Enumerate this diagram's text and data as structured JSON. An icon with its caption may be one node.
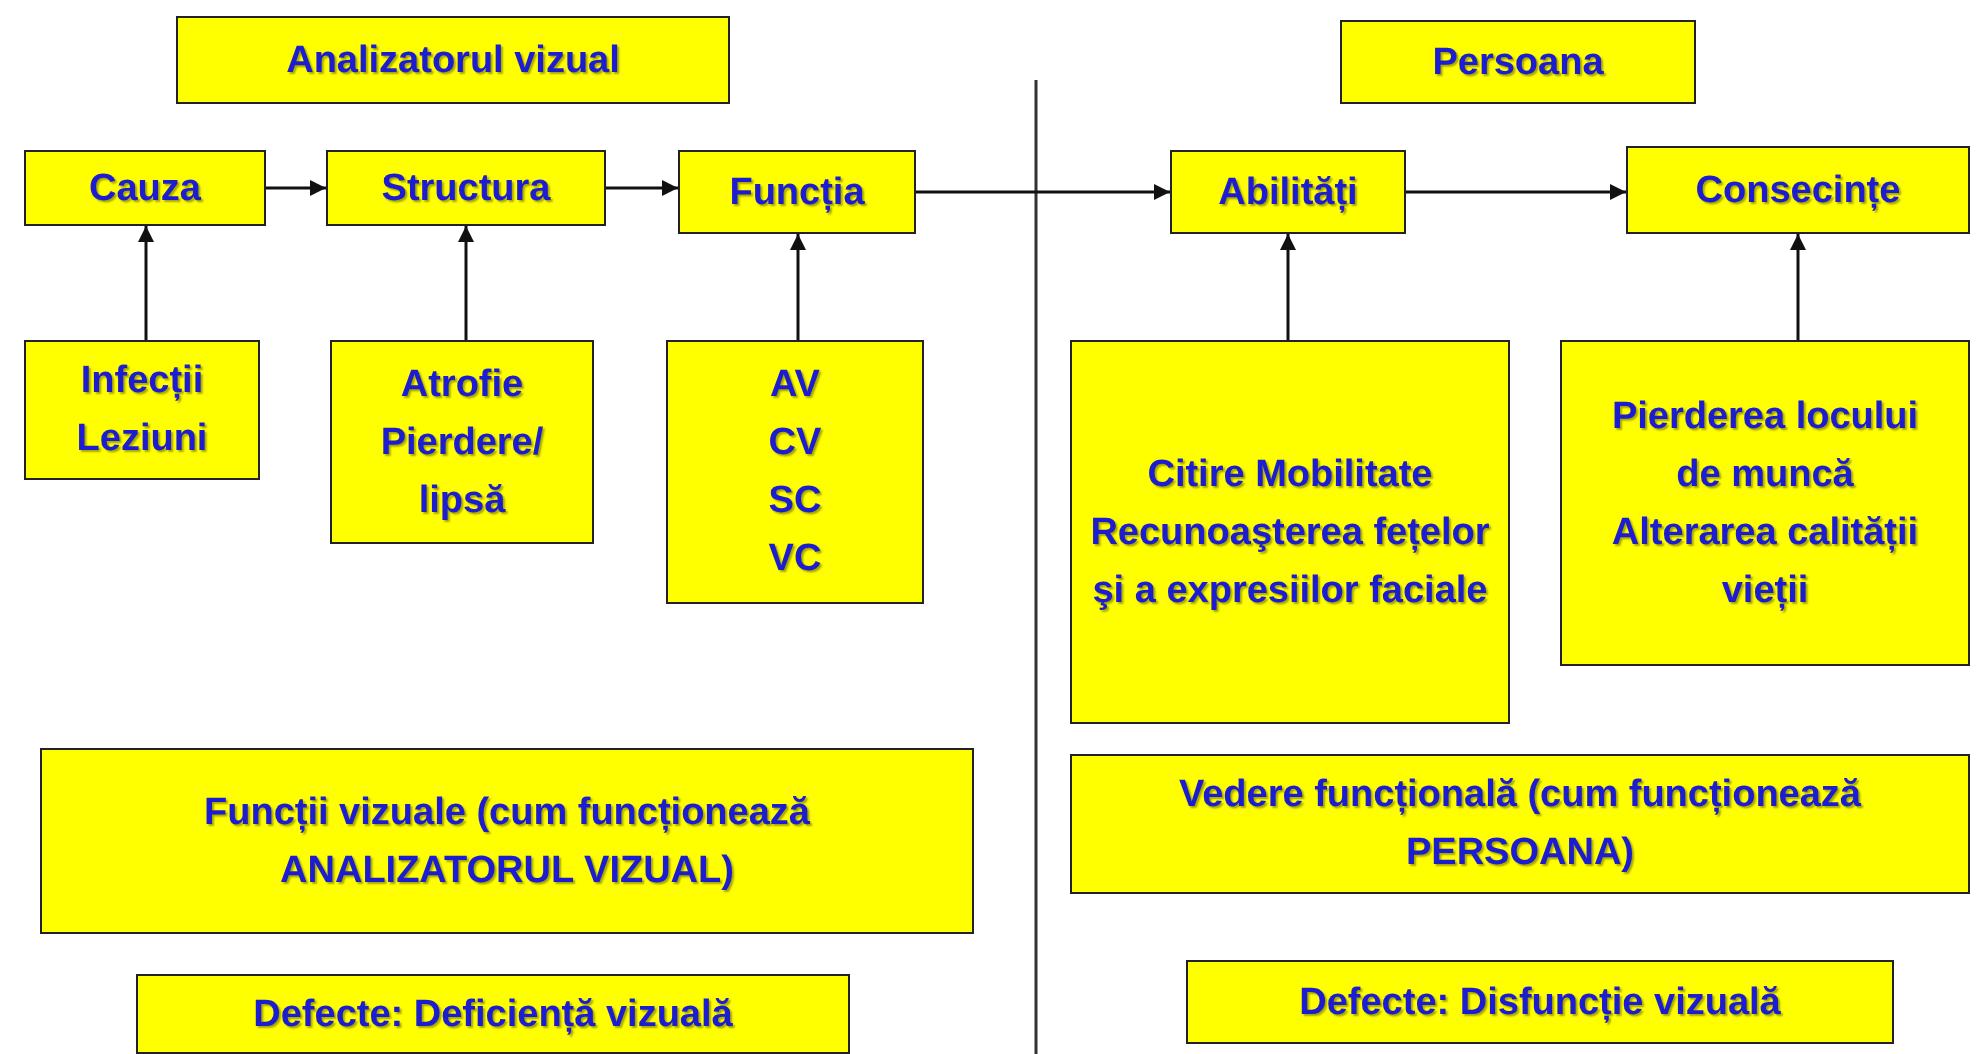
{
  "diagram": {
    "nodes": [
      {
        "text": [
          "Analizatorul vizual"
        ]
      },
      {
        "text": [
          "Persoana"
        ]
      },
      {
        "text": [
          "Cauza"
        ]
      },
      {
        "text": [
          "Structura"
        ]
      },
      {
        "text": [
          "Funcția"
        ]
      },
      {
        "text": [
          "Abilități"
        ]
      },
      {
        "text": [
          "Consecințe"
        ]
      },
      {
        "text": [
          "Infecții Leziuni"
        ]
      },
      {
        "text": [
          "Atrofie Pierdere/ lipsă"
        ]
      },
      {
        "text": [
          "AV CV SC VC"
        ]
      },
      {
        "text": [
          "Citire Mobilitate Recunoaşterea fețelor şi a expresiilor faciale"
        ]
      },
      {
        "text": [
          "Pierderea locului de muncă Alterarea calității vieții"
        ]
      },
      {
        "text": [
          "Funcții vizuale (cum funcționează ANALIZATORUL VIZUAL)"
        ]
      },
      {
        "text": [
          "Vedere funcțională (cum funcționează PERSOANA)"
        ]
      },
      {
        "text": [
          "Defecte: Deficiență vizuală"
        ]
      },
      {
        "text": [
          "Defecte: Disfuncție vizuală"
        ]
      }
    ],
    "edges": [
      {
        "from": 2,
        "to": 3,
        "arrow": "to"
      },
      {
        "from": 3,
        "to": 4,
        "arrow": "to"
      },
      {
        "from": 4,
        "to": 5,
        "arrow": "to"
      },
      {
        "from": 5,
        "to": 6,
        "arrow": "to"
      },
      {
        "from": 7,
        "to": 2,
        "arrow": "to"
      },
      {
        "from": 8,
        "to": 3,
        "arrow": "to"
      },
      {
        "from": 9,
        "to": 4,
        "arrow": "to"
      },
      {
        "from": 10,
        "to": 5,
        "arrow": "to"
      },
      {
        "from": 11,
        "to": 6,
        "arrow": "to"
      }
    ]
  }
}
